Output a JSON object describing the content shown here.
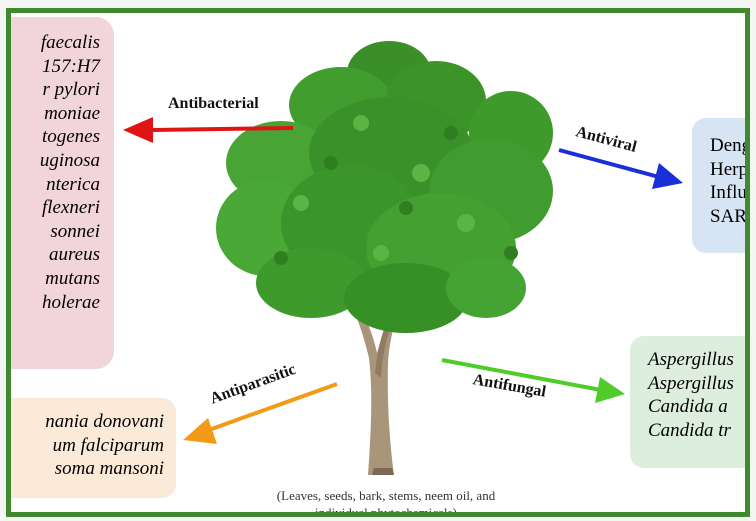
{
  "boxes": {
    "bacteria": [
      "faecalis",
      "157:H7",
      "r pylori",
      "moniae",
      "togenes",
      "uginosa",
      "nterica",
      "flexneri",
      "sonnei",
      "aureus",
      "mutans",
      "holerae"
    ],
    "virus": [
      "Deng",
      "Herp",
      "Influ",
      "SAR"
    ],
    "fungi": [
      "Aspergillus",
      "Aspergillus",
      "Candida a",
      "Candida tr"
    ],
    "parasites": [
      "nania donovani",
      "um falciparum",
      "soma mansoni"
    ]
  },
  "arrows": {
    "antibacterial": {
      "label": "Antibacterial",
      "color": "#e01414"
    },
    "antiviral": {
      "label": "Antiviral",
      "color": "#1a2fd8"
    },
    "antifungal": {
      "label": "Antifungal",
      "color": "#4fcc2a"
    },
    "antiparasitic": {
      "label": "Antiparasitic",
      "color": "#f39a16"
    }
  },
  "caption": {
    "line1": "(Leaves, seeds, bark, stems, neem oil, and",
    "line2": "individual phytochemicals)"
  },
  "colors": {
    "frame": "#3f8a2e",
    "bacteria_box": "#f2d5db",
    "virus_box": "#d6e4f3",
    "fungi_box": "#deeedd",
    "parasites_box": "#fcead8",
    "foliage": "#3f9a2c",
    "trunk": "#a8957a"
  },
  "icons": {
    "tree": "neem-tree-icon"
  }
}
